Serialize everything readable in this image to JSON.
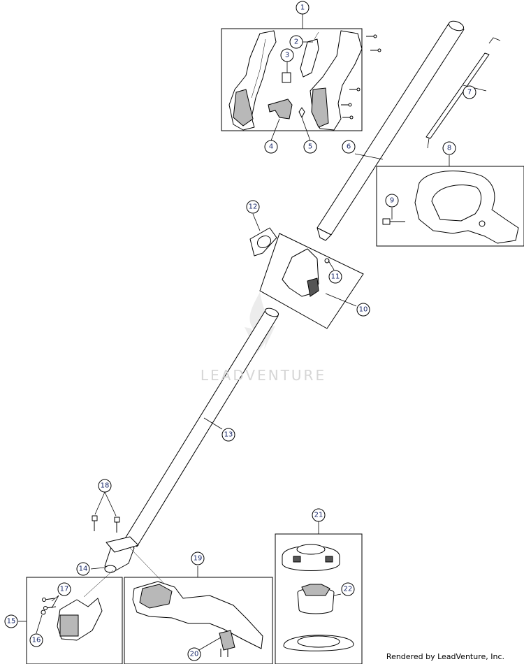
{
  "watermark": "LEADVENTURE",
  "credit": "Rendered by LeadVenture, Inc.",
  "callouts": [
    "1",
    "2",
    "3",
    "4",
    "5",
    "6",
    "7",
    "8",
    "9",
    "10",
    "11",
    "12",
    "13",
    "14",
    "15",
    "16",
    "17",
    "18",
    "19",
    "20",
    "21",
    "22"
  ]
}
